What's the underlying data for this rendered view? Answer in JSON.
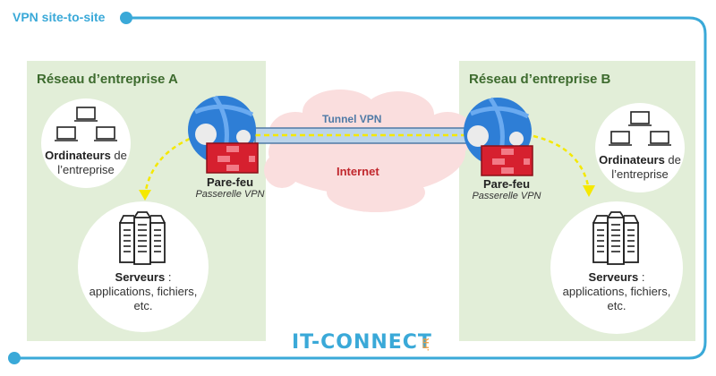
{
  "title": "VPN site-to-site",
  "colors": {
    "frame": "#3aa9d8",
    "zone_bg": "#e2eed8",
    "zone_title": "#3d6b2e",
    "cloud": "#fadede",
    "tunnel": "#bcd4ea",
    "tunnel_border": "#4f7aa6",
    "dashed_path": "#f5e800",
    "firewall": "#d6202f",
    "firewall_brick_light": "#f27a86",
    "globe": "#2e7ed6"
  },
  "zones": [
    {
      "title": "Réseau d’entreprise A",
      "computers": {
        "bold": "Ordinateurs",
        "rest": " de",
        "line2": "l’entreprise"
      },
      "servers": {
        "bold": "Serveurs",
        "rest": " :",
        "line2": "applications, fichiers,",
        "line3": "etc."
      },
      "firewall": {
        "title": "Pare-feu",
        "subtitle": "Passerelle VPN"
      }
    },
    {
      "title": "Réseau d’entreprise B",
      "computers": {
        "bold": "Ordinateurs",
        "rest": " de",
        "line2": "l’entreprise"
      },
      "servers": {
        "bold": "Serveurs",
        "rest": " :",
        "line2": "applications, fichiers,",
        "line3": "etc."
      },
      "firewall": {
        "title": "Pare-feu",
        "subtitle": "Passerelle VPN"
      }
    }
  ],
  "tunnel_label": "Tunnel VPN",
  "internet_label": "Internet",
  "logo": {
    "main": "IT-CONNECT",
    "suffix": ".FR"
  }
}
